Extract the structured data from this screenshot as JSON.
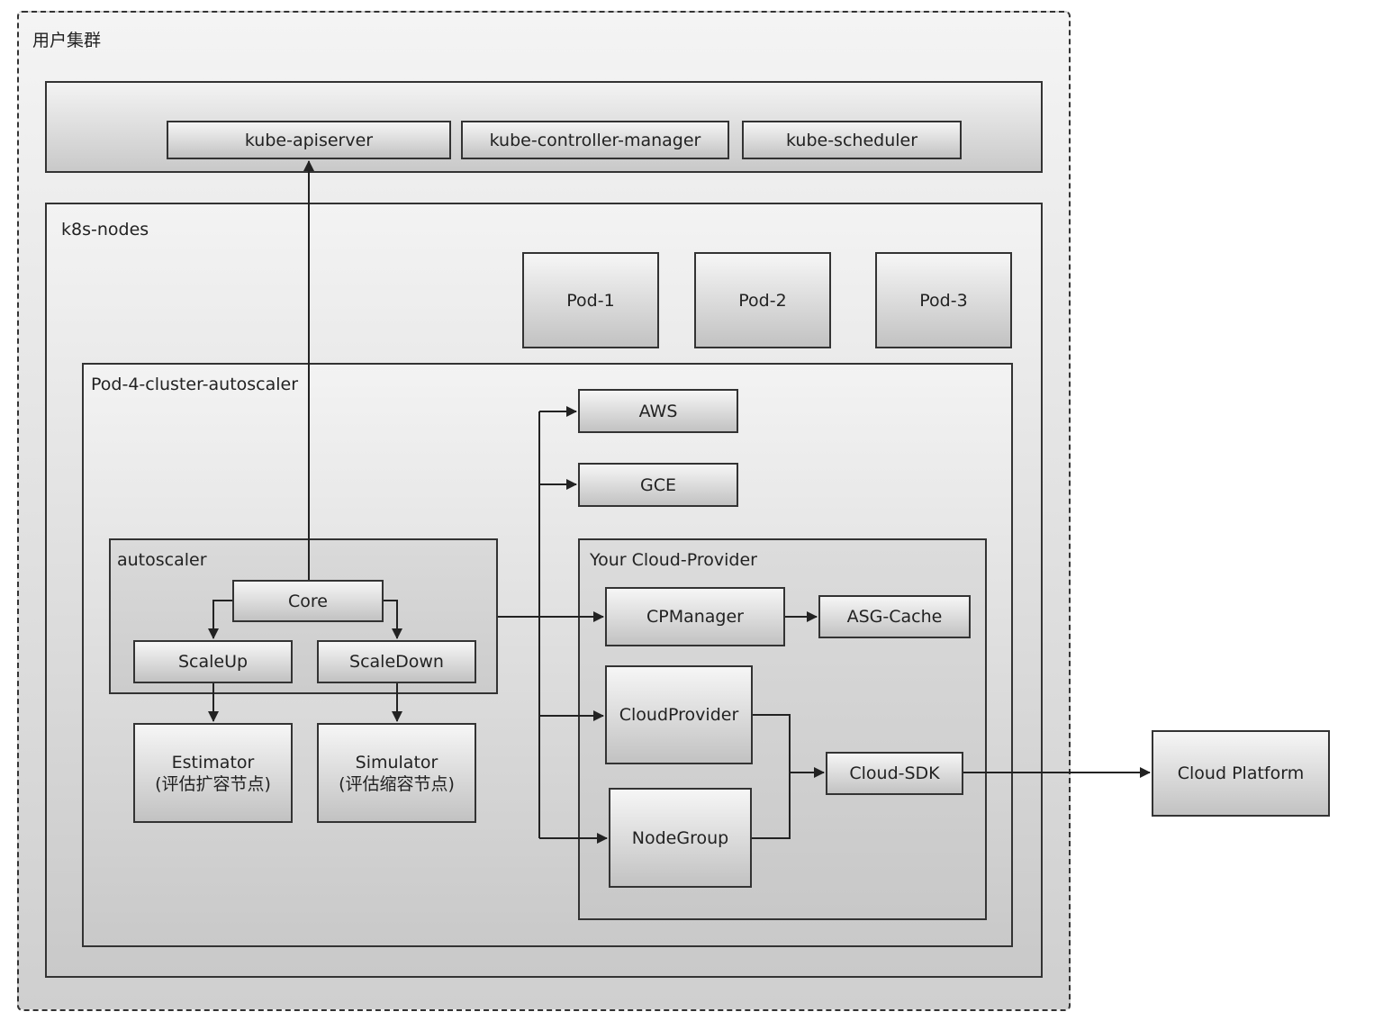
{
  "cluster": {
    "label": "用户集群"
  },
  "control_plane": {
    "apiserver": "kube-apiserver",
    "controller_manager": "kube-controller-manager",
    "scheduler": "kube-scheduler"
  },
  "nodes": {
    "label": "k8s-nodes",
    "pods": [
      "Pod-1",
      "Pod-2",
      "Pod-3"
    ]
  },
  "autoscaler_pod": {
    "label": "Pod-4-cluster-autoscaler",
    "autoscaler": {
      "label": "autoscaler",
      "core": "Core",
      "scale_up": "ScaleUp",
      "scale_down": "ScaleDown"
    },
    "estimator": "Estimator\n(评估扩容节点)",
    "simulator": "Simulator\n(评估缩容节点)",
    "aws": "AWS",
    "gce": "GCE",
    "cloud_provider": {
      "label": "Your Cloud-Provider",
      "cp_manager": "CPManager",
      "asg_cache": "ASG-Cache",
      "cloud_provider_iface": "CloudProvider",
      "node_group": "NodeGroup",
      "cloud_sdk": "Cloud-SDK"
    }
  },
  "external": {
    "cloud_platform": "Cloud Platform"
  }
}
